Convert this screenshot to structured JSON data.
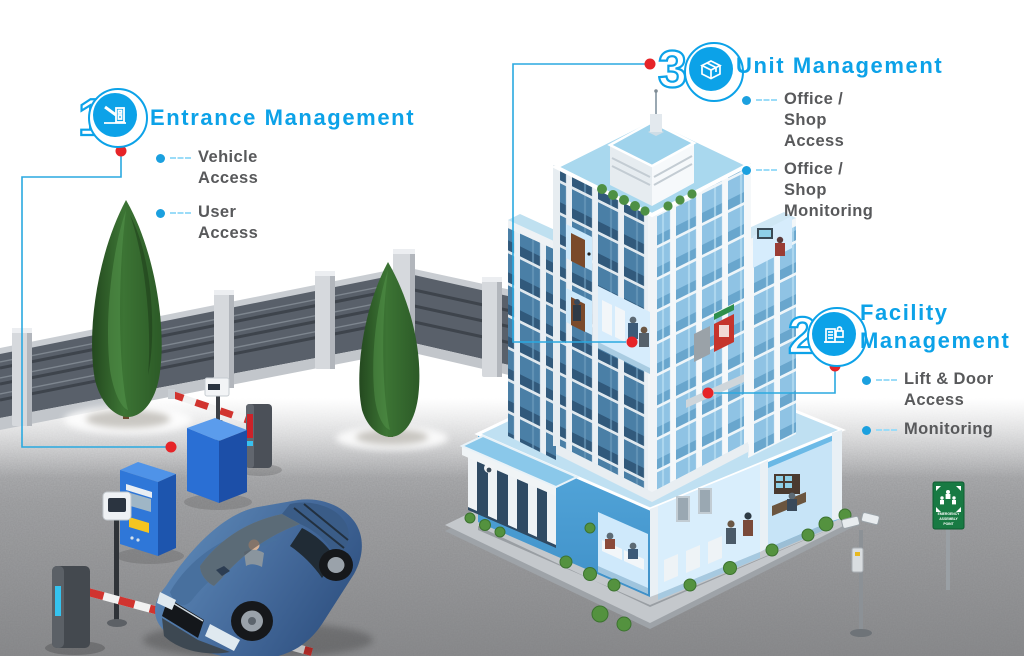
{
  "palette": {
    "accent": "#0CA2E8",
    "red_dot": "#E62428",
    "text_dark": "#58595B",
    "dash": "#9BDCF8"
  },
  "sections": {
    "entrance": {
      "number": "1",
      "icon": "barrier-gate-icon",
      "title": "Entrance Management",
      "items": [
        "Vehicle Access",
        "User Access"
      ]
    },
    "facility": {
      "number": "2",
      "icon": "building-lock-icon",
      "title": "Facility Management",
      "items": [
        "Lift & Door Access",
        "Monitoring"
      ]
    },
    "unit": {
      "number": "3",
      "icon": "open-box-icon",
      "title": "Unit Management",
      "items": [
        "Office / Shop Access",
        "Office / Shop Monitoring"
      ]
    }
  },
  "scene": {
    "emergency_sign_lines": [
      "EMERGENCY",
      "ASSEMBLY",
      "POINT"
    ]
  }
}
